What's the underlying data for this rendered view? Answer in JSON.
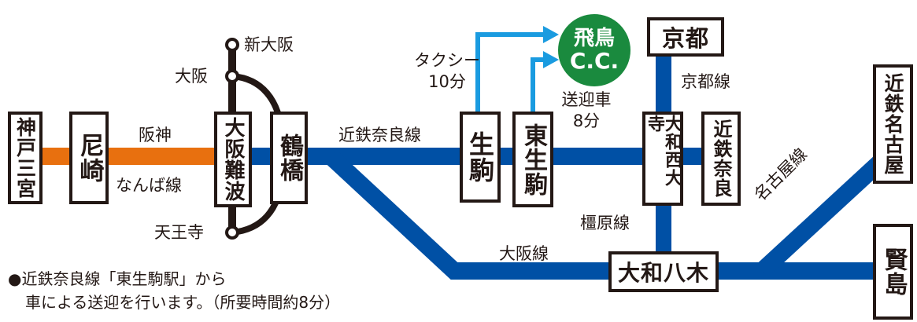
{
  "colors": {
    "kintetsu_line": "#0050a5",
    "hanshin_line": "#e8700f",
    "jr_line": "#231815",
    "access_arrow": "#1a9be0",
    "golf_club": "#1a8a3e"
  },
  "stations": {
    "kobe_sannomiya": "神戸三宮",
    "amagasaki": "尼崎",
    "osaka_namba": "大阪難波",
    "tsuruhashi": "鶴橋",
    "ikoma": "生駒",
    "higashi_ikoma": "東生駒",
    "kyoto": "京都",
    "yamato_saidaiji": "大和西大寺",
    "kintetsu_nara": "近鉄奈良",
    "yamato_yagi": "大和八木",
    "kintetsu_nagoya": "近鉄名古屋",
    "kashikojima": "賢島",
    "shin_osaka": "新大阪",
    "osaka": "大阪",
    "tennoji": "天王寺"
  },
  "lines": {
    "hanshin_upper": "阪神",
    "hanshin_lower": "なんば線",
    "nara_line": "近鉄奈良線",
    "kyoto_line": "京都線",
    "kashihara_line": "橿原線",
    "osaka_line": "大阪線",
    "nagoya_line": "名古屋線"
  },
  "access": {
    "taxi_label": "タクシー",
    "taxi_time": "10分",
    "shuttle_label": "送迎車",
    "shuttle_time": "8分"
  },
  "destination": {
    "name_line1": "飛鳥",
    "name_line2": "C.C."
  },
  "note": {
    "line1": "●近鉄奈良線「東生駒駅」から",
    "line2": "車による送迎を行います。（所要時間約8分）"
  }
}
